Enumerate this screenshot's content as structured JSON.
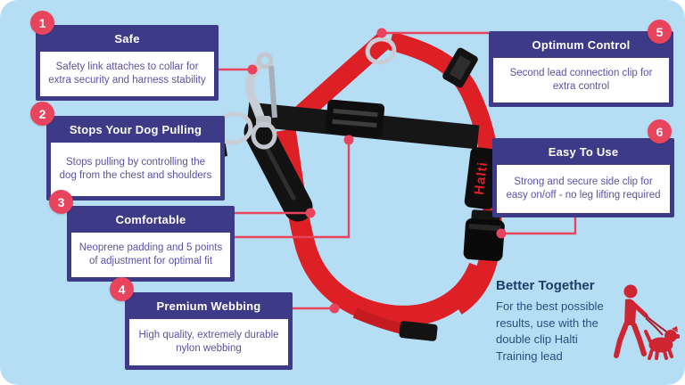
{
  "infographic": {
    "brand_label": "Halti",
    "callouts": [
      {
        "number": "1",
        "title": "Safe",
        "body": "Safety link attaches to collar for extra security and harness stability"
      },
      {
        "number": "2",
        "title": "Stops Your Dog Pulling",
        "body": "Stops pulling by controlling the dog from the chest and shoulders"
      },
      {
        "number": "3",
        "title": "Comfortable",
        "body": "Neoprene padding and 5 points of adjustment for optimal fit"
      },
      {
        "number": "4",
        "title": "Premium Webbing",
        "body": "High quality, extremely durable nylon webbing"
      },
      {
        "number": "5",
        "title": "Optimum Control",
        "body": "Second lead connection clip for extra control"
      },
      {
        "number": "6",
        "title": "Easy To Use",
        "body": "Strong and secure side clip for easy on/off - no leg lifting required"
      }
    ],
    "footer": {
      "title": "Better Together",
      "body": "For the best possible results, use with the double clip Halti Training lead"
    },
    "colors": {
      "background": "#b5ddf4",
      "callout_header": "#3d3a87",
      "callout_body_text": "#5a52a3",
      "number_badge": "#e9445d",
      "connector": "#e9445d",
      "harness_red": "#dd1f26",
      "harness_black": "#141414",
      "metal": "#c9cdd5",
      "footer_text": "#1b3e66",
      "icon_red": "#ce2533"
    }
  }
}
